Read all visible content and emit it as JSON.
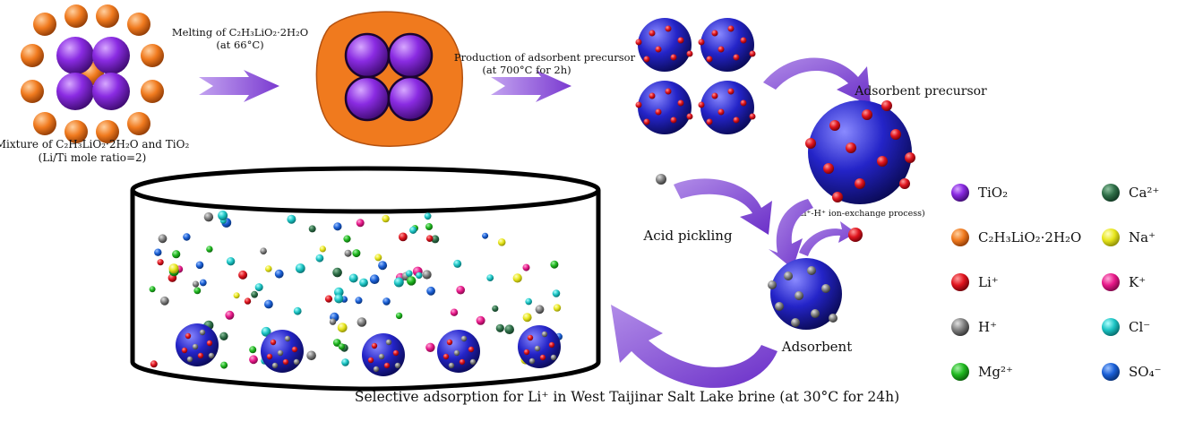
{
  "labels": {
    "mixture_line1": "Mixture of C₂H₃LiO₂·2H₂O and TiO₂",
    "mixture_line2": "(Li/Ti mole ratio=2)",
    "melting_line1": "Melting of  C₂H₃LiO₂·2H₂O",
    "melting_line2": "(at 66°C)",
    "production_line1": "Production of  adsorbent precursor",
    "production_line2": "(at 700°C for 2h)",
    "adsorbent_precursor": "Adsorbent  precursor",
    "ion_exchange": "(Li⁺-H⁺ ion-exchange process)",
    "acid_pickling": "Acid pickling",
    "adsorbent": "Adsorbent",
    "selective": "Selective adsorption for Li⁺ in West Taijinar Salt Lake brine (at 30°C for 24h)"
  },
  "legend": [
    {
      "label": "TiO₂",
      "color": "#8a2be2"
    },
    {
      "label": "C₂H₃LiO₂·2H₂O",
      "color": "#f07a1e"
    },
    {
      "label": "Li⁺",
      "color": "#e0141e"
    },
    {
      "label": "H⁺",
      "color": "#808080"
    },
    {
      "label": "Mg²⁺",
      "color": "#1fb81f"
    },
    {
      "label": "Ca²⁺",
      "color": "#2f6f48"
    },
    {
      "label": "Na⁺",
      "color": "#e8e61c"
    },
    {
      "label": "K⁺",
      "color": "#e8198a"
    },
    {
      "label": "Cl⁻",
      "color": "#1cc4c4"
    },
    {
      "label": "SO₄⁻",
      "color": "#1a5fd6"
    }
  ],
  "colors": {
    "arrow": "#8a4bd6",
    "sphere_blue": "#2424c8",
    "sphere_purple": "#8a2be2",
    "orange": "#f07a1e"
  }
}
